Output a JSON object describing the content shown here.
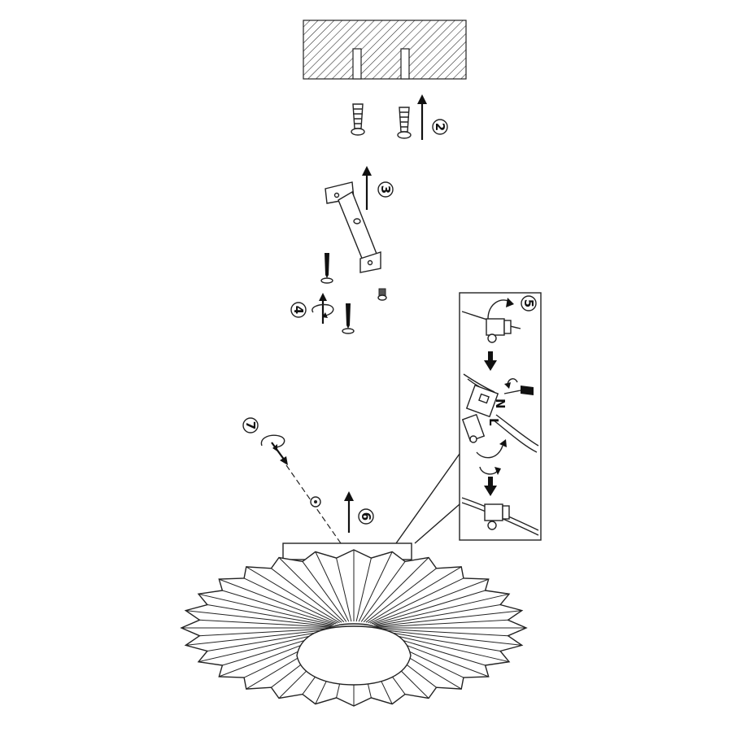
{
  "steps": [
    {
      "number": "2",
      "icon": "up-arrow-icon"
    },
    {
      "number": "3",
      "icon": "up-arrow-icon"
    },
    {
      "number": "4",
      "icon": "rotate-arrow-icon"
    },
    {
      "number": "5",
      "icon": "rotate-arrow-icon"
    },
    {
      "number": "6",
      "icon": "up-arrow-icon"
    },
    {
      "number": "7",
      "icon": "rotate-arrow-icon"
    }
  ],
  "wiring_labels": {
    "live": "L",
    "neutral": "N"
  }
}
